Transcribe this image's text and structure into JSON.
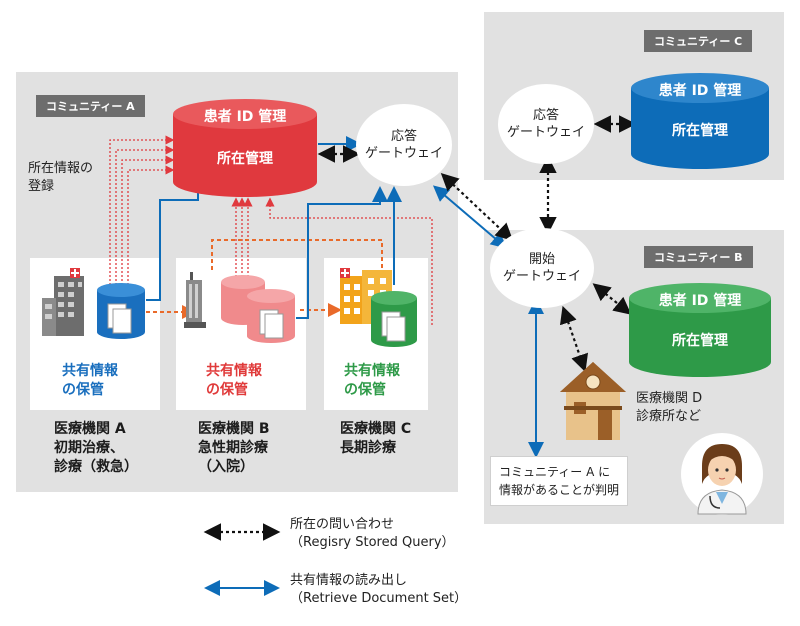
{
  "community_a": {
    "tag": "コミュニティー A",
    "registry": {
      "title": "患者 ID 管理",
      "subtitle": "所在管理"
    },
    "responding_gateway": {
      "line1": "応答",
      "line2": "ゲートウェイ"
    },
    "registration_label": {
      "line1": "所在情報の",
      "line2": "登録"
    },
    "institutions": [
      {
        "store_line1": "共有情報",
        "store_line2": "の保管",
        "name": "医療機関 A",
        "desc1": "初期治療、",
        "desc2": "診療（救急）",
        "color": "#1a6fbe"
      },
      {
        "store_line1": "共有情報",
        "store_line2": "の保管",
        "name": "医療機関 B",
        "desc1": "急性期診療",
        "desc2": "（入院）",
        "color": "#e03a3a"
      },
      {
        "store_line1": "共有情報",
        "store_line2": "の保管",
        "name": "医療機関 C",
        "desc1": "長期診療",
        "desc2": "",
        "color": "#2e9a48"
      }
    ]
  },
  "community_c": {
    "tag": "コミュニティー C",
    "gateway": {
      "line1": "応答",
      "line2": "ゲートウェイ"
    },
    "registry": {
      "title": "患者 ID 管理",
      "subtitle": "所在管理"
    }
  },
  "community_b": {
    "tag": "コミュニティー B",
    "initiating_gateway": {
      "line1": "開始",
      "line2": "ゲートウェイ"
    },
    "registry": {
      "title": "患者 ID 管理",
      "subtitle": "所在管理"
    },
    "clinic": {
      "line1": "医療機関 D",
      "line2": "診療所など"
    },
    "notice": {
      "line1": "コミュニティー A に",
      "line2": "情報があることが判明"
    }
  },
  "legend": {
    "query": {
      "line1": "所在の問い合わせ",
      "line2": "（Regisry Stored Query）"
    },
    "retrieve": {
      "line1": "共有情報の読み出し",
      "line2": "（Retrieve Document Set）"
    }
  },
  "colors": {
    "blue": "#0d6cb8",
    "red": "#e0393e",
    "green": "#2e9a48",
    "orange": "#e96a2a",
    "gray_bg": "#e1e1e1",
    "tag": "#6d6d6d"
  }
}
